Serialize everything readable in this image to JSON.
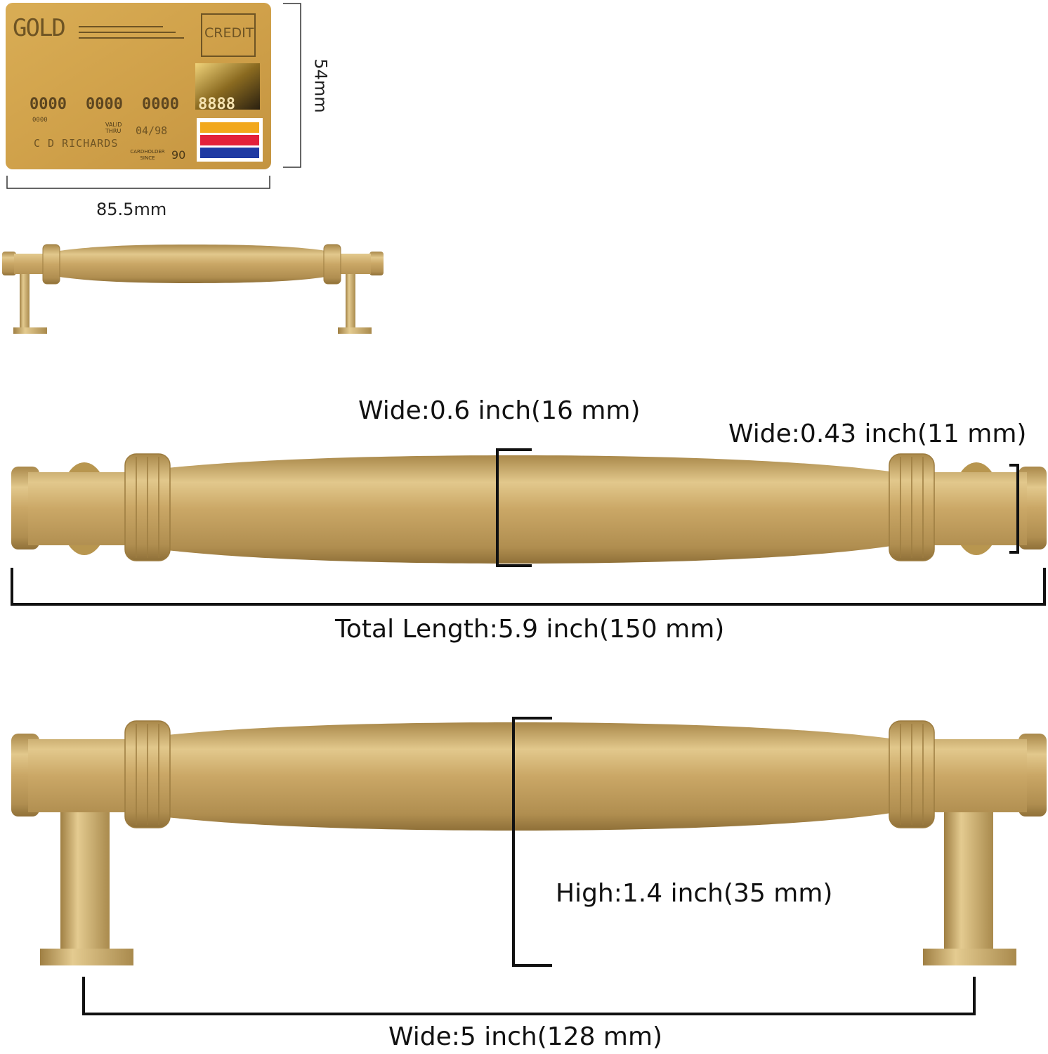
{
  "card": {
    "brand": "GOLD",
    "type": "CREDIT",
    "number_groups": [
      "0000",
      "0000",
      "0000"
    ],
    "chip_digits": "8888",
    "small_number": "0000",
    "valid_thru_label": "VALID THRU",
    "expiry": "04/98",
    "holder": "C D RICHARDS",
    "cardholder_since_label": "CARDHOLDER SINCE",
    "since": "90",
    "stripe_colors": [
      "#f2a81c",
      "#e3213a",
      "#1f3aa3"
    ]
  },
  "dimensions": {
    "card_height": "54mm",
    "card_width": "85.5mm",
    "wide_center": "Wide:0.6 inch(16 mm)",
    "wide_end": "Wide:0.43 inch(11 mm)",
    "total_length": "Total Length:5.9 inch(150 mm)",
    "high": "High:1.4 inch(35 mm)",
    "hole_spacing": "Wide:5 inch(128 mm)"
  },
  "colors": {
    "gold": "#c9a661",
    "gold_dark": "#a9884a",
    "gold_light": "#e6cd92",
    "card_gold": "#d3a64a"
  }
}
